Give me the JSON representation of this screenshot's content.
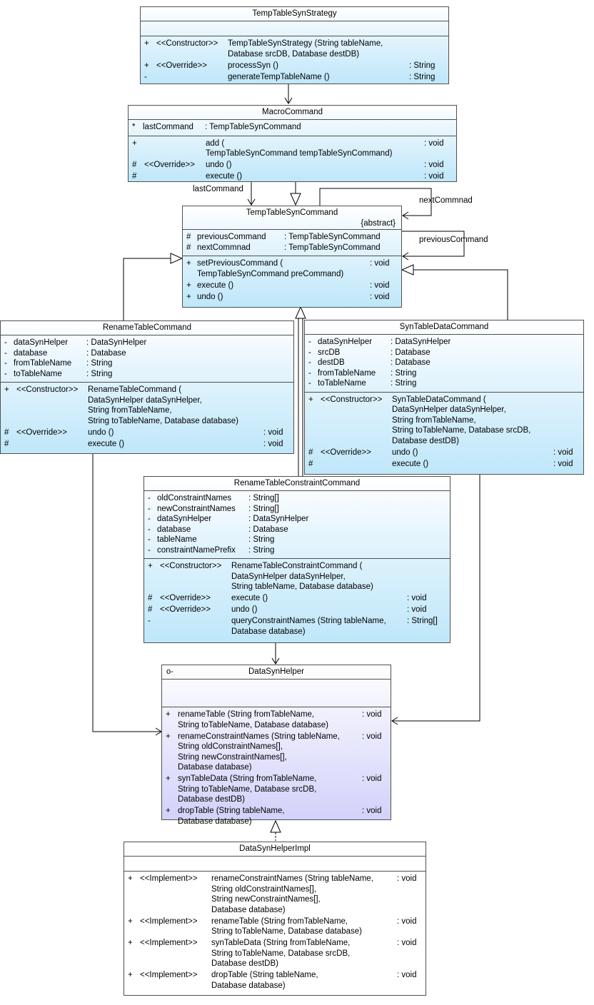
{
  "classes": {
    "temp_strategy": {
      "name": "TempTableSynStrategy",
      "operations": [
        {
          "vis": "+",
          "stereo": "<<Constructor>>",
          "sig": [
            "TempTableSynStrategy (String tableName,",
            " Database srcDB, Database destDB)"
          ],
          "ret": ""
        },
        {
          "vis": "+",
          "stereo": "<<Override>>",
          "sig": [
            "processSyn ()"
          ],
          "ret": ": String"
        },
        {
          "vis": "-",
          "stereo": "",
          "sig": [
            "generateTempTableName ()"
          ],
          "ret": ": String"
        }
      ]
    },
    "macro_command": {
      "name": "MacroCommand",
      "attributes": [
        {
          "vis": "*",
          "name": "lastCommand",
          "type": ": TempTableSynCommand"
        }
      ],
      "operations": [
        {
          "vis": "+",
          "stereo": "",
          "sig": [
            "add (",
            "TempTableSynCommand tempTableSynCommand)"
          ],
          "ret": ": void"
        },
        {
          "vis": "#",
          "stereo": "<<Override>>",
          "sig": [
            "undo ()"
          ],
          "ret": ": void"
        },
        {
          "vis": "#",
          "stereo": "",
          "sig": [
            "execute ()"
          ],
          "ret": ": void"
        }
      ]
    },
    "temp_command": {
      "name": "TempTableSynCommand",
      "stereotype": "{abstract}",
      "attributes": [
        {
          "vis": "#",
          "name": "previousCommand",
          "type": ": TempTableSynCommand"
        },
        {
          "vis": "#",
          "name": "nextCommnad",
          "type": ": TempTableSynCommand"
        }
      ],
      "operations": [
        {
          "vis": "+",
          "stereo": "",
          "sig": [
            "setPreviousCommand (",
            "TempTableSynCommand preCommand)"
          ],
          "ret": ": void"
        },
        {
          "vis": "+",
          "stereo": "",
          "sig": [
            "execute ()"
          ],
          "ret": ": void"
        },
        {
          "vis": "+",
          "stereo": "",
          "sig": [
            "undo ()"
          ],
          "ret": ": void"
        }
      ]
    },
    "rename_table": {
      "name": "RenameTableCommand",
      "attributes": [
        {
          "vis": "-",
          "name": "dataSynHelper",
          "type": ": DataSynHelper"
        },
        {
          "vis": "-",
          "name": "database",
          "type": ": Database"
        },
        {
          "vis": "-",
          "name": "fromTableName",
          "type": ": String"
        },
        {
          "vis": "-",
          "name": "toTableName",
          "type": ": String"
        }
      ],
      "operations": [
        {
          "vis": "+",
          "stereo": "<<Constructor>>",
          "sig": [
            "RenameTableCommand (",
            "DataSynHelper dataSynHelper,",
            " String fromTableName,",
            " String toTableName, Database database)"
          ],
          "ret": ""
        },
        {
          "vis": "#",
          "stereo": "<<Override>>",
          "sig": [
            "undo ()"
          ],
          "ret": ": void"
        },
        {
          "vis": "#",
          "stereo": "",
          "sig": [
            "execute ()"
          ],
          "ret": ": void"
        }
      ]
    },
    "syn_table_data": {
      "name": "SynTableDataCommand",
      "attributes": [
        {
          "vis": "-",
          "name": "dataSynHelper",
          "type": ": DataSynHelper"
        },
        {
          "vis": "-",
          "name": "srcDB",
          "type": ": Database"
        },
        {
          "vis": "-",
          "name": "destDB",
          "type": ": Database"
        },
        {
          "vis": "-",
          "name": "fromTableName",
          "type": ": String"
        },
        {
          "vis": "-",
          "name": "toTableName",
          "type": ": String"
        }
      ],
      "operations": [
        {
          "vis": "+",
          "stereo": "<<Constructor>>",
          "sig": [
            "SynTableDataCommand (",
            "DataSynHelper dataSynHelper,",
            " String fromTableName,",
            " String toTableName, Database srcDB,",
            " Database destDB)"
          ],
          "ret": ""
        },
        {
          "vis": "#",
          "stereo": "<<Override>>",
          "sig": [
            "undo ()"
          ],
          "ret": ": void"
        },
        {
          "vis": "#",
          "stereo": "",
          "sig": [
            "execute ()"
          ],
          "ret": ": void"
        }
      ]
    },
    "rename_constraint": {
      "name": "RenameTableConstraintCommand",
      "attributes": [
        {
          "vis": "-",
          "name": "oldConstraintNames",
          "type": ": String[]"
        },
        {
          "vis": "-",
          "name": "newConstraintNames",
          "type": ": String[]"
        },
        {
          "vis": "-",
          "name": "dataSynHelper",
          "type": ": DataSynHelper"
        },
        {
          "vis": "-",
          "name": "database",
          "type": ": Database"
        },
        {
          "vis": "-",
          "name": "tableName",
          "type": ": String"
        },
        {
          "vis": "-",
          "name": "constraintNamePrefix",
          "type": ": String"
        }
      ],
      "operations": [
        {
          "vis": "+",
          "stereo": "<<Constructor>>",
          "sig": [
            "RenameTableConstraintCommand (",
            "DataSynHelper dataSynHelper,",
            " String tableName, Database database)"
          ],
          "ret": ""
        },
        {
          "vis": "#",
          "stereo": "<<Override>>",
          "sig": [
            "execute ()"
          ],
          "ret": ": void"
        },
        {
          "vis": "#",
          "stereo": "<<Override>>",
          "sig": [
            "undo ()"
          ],
          "ret": ": void"
        },
        {
          "vis": "-",
          "stereo": "",
          "sig": [
            "queryConstraintNames (String tableName,",
            " Database database)"
          ],
          "ret": ": String[]"
        }
      ]
    },
    "data_syn_helper": {
      "name": "DataSynHelper",
      "interface_mark": "o-",
      "operations": [
        {
          "vis": "+",
          "stereo": "",
          "sig": [
            "renameTable (String fromTableName,",
            " String toTableName, Database database)"
          ],
          "ret": ": void"
        },
        {
          "vis": "+",
          "stereo": "",
          "sig": [
            "renameConstraintNames (String tableName,",
            " String oldConstraintNames[],",
            " String newConstraintNames[],",
            " Database database)"
          ],
          "ret": ": void"
        },
        {
          "vis": "+",
          "stereo": "",
          "sig": [
            "synTableData (String fromTableName,",
            " String toTableName, Database srcDB,",
            " Database destDB)"
          ],
          "ret": ": void"
        },
        {
          "vis": "+",
          "stereo": "",
          "sig": [
            "dropTable (String tableName,",
            " Database database)"
          ],
          "ret": ": void"
        }
      ]
    },
    "data_syn_helper_impl": {
      "name": "DataSynHelperImpl",
      "operations": [
        {
          "vis": "+",
          "stereo": "<<Implement>>",
          "sig": [
            "renameConstraintNames (String tableName,",
            " String oldConstraintNames[],",
            " String newConstraintNames[],",
            " Database database)"
          ],
          "ret": ": void"
        },
        {
          "vis": "+",
          "stereo": "<<Implement>>",
          "sig": [
            "renameTable (String fromTableName,",
            " String toTableName, Database database)"
          ],
          "ret": ": void"
        },
        {
          "vis": "+",
          "stereo": "<<Implement>>",
          "sig": [
            "synTableData (String fromTableName,",
            " String toTableName, Database srcDB,",
            " Database destDB)"
          ],
          "ret": ": void"
        },
        {
          "vis": "+",
          "stereo": "<<Implement>>",
          "sig": [
            "dropTable (String tableName,",
            " Database database)"
          ],
          "ret": ": void"
        }
      ]
    }
  },
  "relations": {
    "last_command_label": "lastCommand",
    "next_commnad_label": "nextCommnad",
    "previous_command_label": "previousCommand"
  }
}
